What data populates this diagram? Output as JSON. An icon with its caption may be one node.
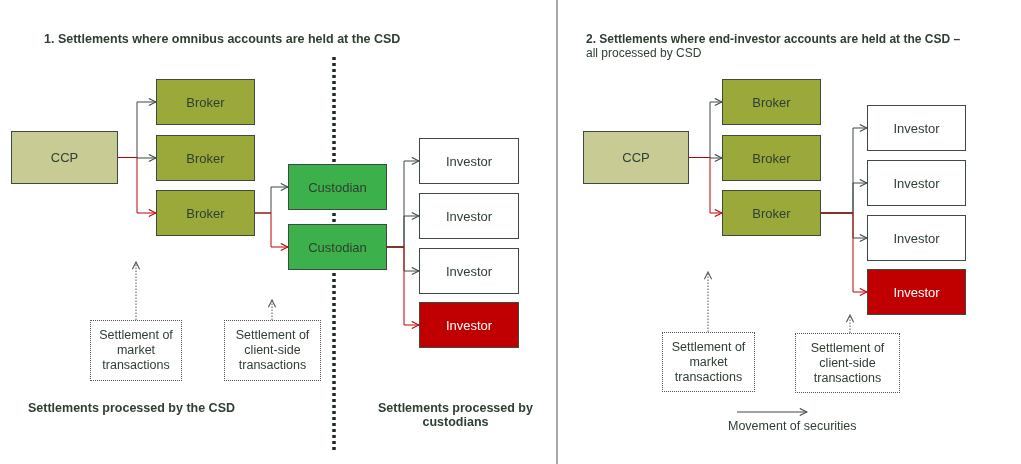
{
  "diagram": {
    "nodes": [
      {
        "text": [
          "CCP"
        ]
      },
      {
        "text": [
          "Broker"
        ]
      },
      {
        "text": [
          "Broker"
        ]
      },
      {
        "text": [
          "Broker"
        ]
      },
      {
        "text": [
          "Custodian"
        ]
      },
      {
        "text": [
          "Custodian"
        ]
      },
      {
        "text": [
          "Investor"
        ]
      },
      {
        "text": [
          "Investor"
        ]
      },
      {
        "text": [
          "Investor"
        ]
      },
      {
        "text": [
          "Investor"
        ]
      },
      {
        "text": [
          "Settlement of market transactions"
        ]
      },
      {
        "text": [
          "Settlement of client-side transactions"
        ]
      },
      {
        "text": [
          "CCP"
        ]
      },
      {
        "text": [
          "Broker"
        ]
      },
      {
        "text": [
          "Broker"
        ]
      },
      {
        "text": [
          "Broker"
        ]
      },
      {
        "text": [
          "Investor"
        ]
      },
      {
        "text": [
          "Investor"
        ]
      },
      {
        "text": [
          "Investor"
        ]
      },
      {
        "text": [
          "Investor"
        ]
      },
      {
        "text": [
          "Settlement of market transactions"
        ]
      },
      {
        "text": [
          "Settlement of client-side transactions"
        ]
      }
    ],
    "edges": [
      {
        "from": 0,
        "to": 1,
        "arrow": "to"
      },
      {
        "from": 0,
        "to": 2,
        "arrow": "to"
      },
      {
        "from": 0,
        "to": 3,
        "arrow": "to",
        "color": "#c00000"
      },
      {
        "from": 3,
        "to": 4,
        "arrow": "to"
      },
      {
        "from": 3,
        "to": 5,
        "arrow": "to",
        "color": "#c00000"
      },
      {
        "from": 5,
        "to": 6,
        "arrow": "to"
      },
      {
        "from": 5,
        "to": 7,
        "arrow": "to"
      },
      {
        "from": 5,
        "to": 8,
        "arrow": "to"
      },
      {
        "from": 5,
        "to": 9,
        "arrow": "to",
        "color": "#c00000"
      },
      {
        "from": 10,
        "to": null,
        "arrow": "to",
        "style": "dashed"
      },
      {
        "from": 11,
        "to": null,
        "arrow": "to",
        "style": "dashed"
      },
      {
        "from": 12,
        "to": 13,
        "arrow": "to"
      },
      {
        "from": 12,
        "to": 14,
        "arrow": "to"
      },
      {
        "from": 12,
        "to": 15,
        "arrow": "to",
        "color": "#c00000"
      },
      {
        "from": 15,
        "to": 16,
        "arrow": "to"
      },
      {
        "from": 15,
        "to": 17,
        "arrow": "to"
      },
      {
        "from": 15,
        "to": 18,
        "arrow": "to"
      },
      {
        "from": 15,
        "to": 19,
        "arrow": "to",
        "color": "#c00000"
      },
      {
        "from": 20,
        "to": null,
        "arrow": "to",
        "style": "dashed"
      },
      {
        "from": 21,
        "to": 19,
        "arrow": "to",
        "style": "dashed"
      }
    ],
    "labels": [
      "1. Settlements where omnibus accounts are held at the CSD",
      "**2. Settlements where end-investor accounts are held at the CSD –** all processed by CSD",
      "Settlements processed by the CSD",
      "Settlements processed by custodians"
    ],
    "legend": [
      {
        "text": "Movement of securities"
      }
    ]
  }
}
